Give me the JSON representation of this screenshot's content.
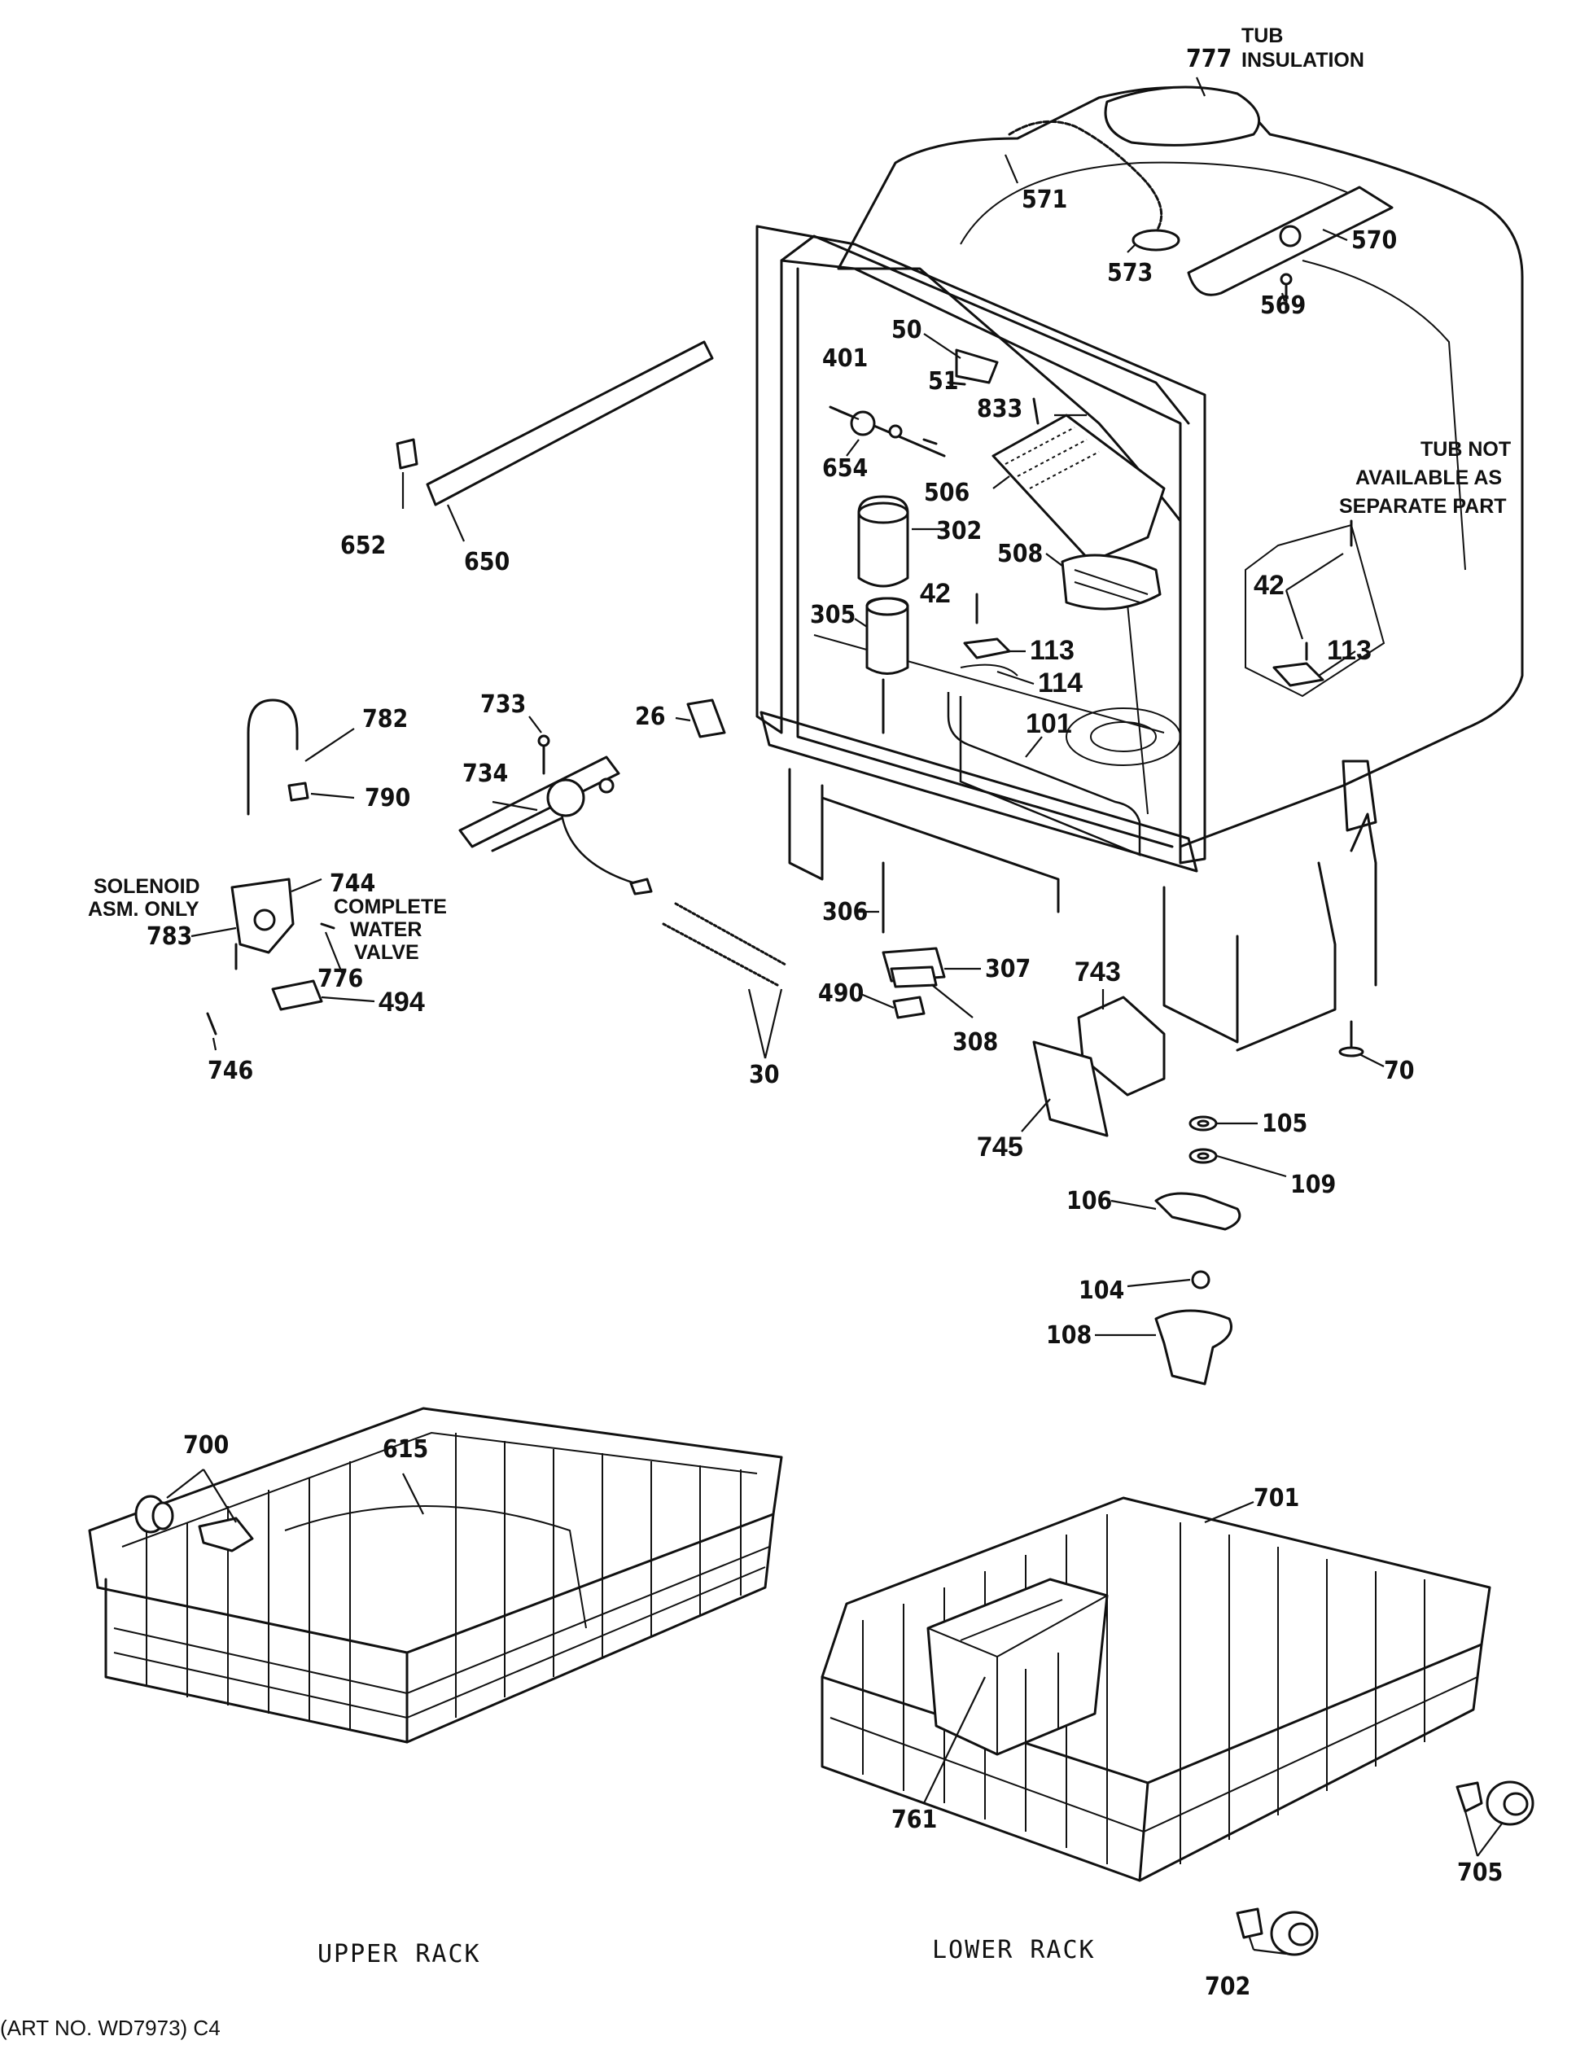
{
  "notes": {
    "tub_insulation_line1": "TUB",
    "tub_insulation_line2": "INSULATION",
    "tub_not_available_line1": "TUB NOT",
    "tub_not_available_line2": "AVAILABLE AS",
    "tub_not_available_line3": "SEPARATE PART",
    "solenoid_line1": "SOLENOID",
    "solenoid_line2": "ASM. ONLY",
    "complete_valve_line1": "COMPLETE",
    "complete_valve_line2": "WATER",
    "complete_valve_line3": "VALVE"
  },
  "captions": {
    "upper_rack": "UPPER RACK",
    "lower_rack": "LOWER RACK",
    "art_no": "(ART NO. WD7973) C4"
  },
  "labels": {
    "p777": "777",
    "p571": "571",
    "p573": "573",
    "p570": "570",
    "p569": "569",
    "p50": "50",
    "p51": "51",
    "p401": "401",
    "p833": "833",
    "p654": "654",
    "p506": "506",
    "p302": "302",
    "p508": "508",
    "p305": "305",
    "p42a": "42",
    "p113a": "113",
    "p114": "114",
    "p101": "101",
    "p42b": "42",
    "p113b": "113",
    "p652": "652",
    "p650": "650",
    "p782": "782",
    "p790": "790",
    "p733": "733",
    "p734": "734",
    "p26": "26",
    "p744": "744",
    "p783": "783",
    "p776": "776",
    "p494": "494",
    "p746": "746",
    "p30": "30",
    "p306": "306",
    "p307": "307",
    "p490": "490",
    "p308": "308",
    "p743": "743",
    "p745": "745",
    "p70": "70",
    "p105": "105",
    "p109": "109",
    "p106": "106",
    "p104": "104",
    "p108": "108",
    "p700": "700",
    "p615": "615",
    "p701": "701",
    "p761": "761",
    "p705": "705",
    "p702": "702"
  }
}
